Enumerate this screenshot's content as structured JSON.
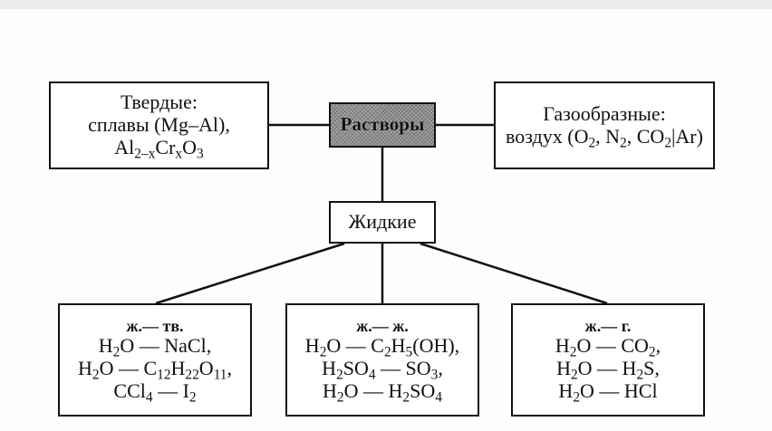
{
  "root": {
    "label": "Растворы"
  },
  "solid": {
    "title": "Твердые:",
    "lines": [
      {
        "parts": [
          {
            "t": "сплавы (Mg–Al),"
          }
        ]
      },
      {
        "parts": [
          {
            "t": "Al"
          },
          {
            "s": "2–x"
          },
          {
            "t": "Cr"
          },
          {
            "s": "x"
          },
          {
            "t": "O"
          },
          {
            "s": "3"
          }
        ]
      }
    ]
  },
  "gas": {
    "title": "Газообразные:",
    "lines": [
      {
        "parts": [
          {
            "t": "воздух (O"
          },
          {
            "s": "2"
          },
          {
            "t": ", N"
          },
          {
            "s": "2"
          },
          {
            "t": ", CO"
          },
          {
            "s": "2"
          },
          {
            "t": "|Ar)"
          }
        ]
      }
    ]
  },
  "liquid": {
    "label": "Жидкие"
  },
  "liquid_types": [
    {
      "title": "ж.— тв.",
      "lines": [
        {
          "parts": [
            {
              "t": "H"
            },
            {
              "s": "2"
            },
            {
              "t": "O — NaCl,"
            }
          ]
        },
        {
          "parts": [
            {
              "t": "H"
            },
            {
              "s": "2"
            },
            {
              "t": "O — C"
            },
            {
              "s": "12"
            },
            {
              "t": "H"
            },
            {
              "s": "22"
            },
            {
              "t": "O"
            },
            {
              "s": "11"
            },
            {
              "t": ","
            }
          ]
        },
        {
          "parts": [
            {
              "t": "CCl"
            },
            {
              "s": "4"
            },
            {
              "t": " — I"
            },
            {
              "s": "2"
            }
          ]
        }
      ]
    },
    {
      "title": "ж.— ж.",
      "lines": [
        {
          "parts": [
            {
              "t": "H"
            },
            {
              "s": "2"
            },
            {
              "t": "O — C"
            },
            {
              "s": "2"
            },
            {
              "t": "H"
            },
            {
              "s": "5"
            },
            {
              "t": "(OH),"
            }
          ]
        },
        {
          "parts": [
            {
              "t": "H"
            },
            {
              "s": "2"
            },
            {
              "t": "SO"
            },
            {
              "s": "4"
            },
            {
              "t": " — SO"
            },
            {
              "s": "3"
            },
            {
              "t": ","
            }
          ]
        },
        {
          "parts": [
            {
              "t": "H"
            },
            {
              "s": "2"
            },
            {
              "t": "O — H"
            },
            {
              "s": "2"
            },
            {
              "t": "SO"
            },
            {
              "s": "4"
            }
          ]
        }
      ]
    },
    {
      "title": "ж.— г.",
      "lines": [
        {
          "parts": [
            {
              "t": "H"
            },
            {
              "s": "2"
            },
            {
              "t": "O — CO"
            },
            {
              "s": "2"
            },
            {
              "t": ","
            }
          ]
        },
        {
          "parts": [
            {
              "t": "H"
            },
            {
              "s": "2"
            },
            {
              "t": "O — H"
            },
            {
              "s": "2"
            },
            {
              "t": "S,"
            }
          ]
        },
        {
          "parts": [
            {
              "t": "H"
            },
            {
              "s": "2"
            },
            {
              "t": "O — HCl"
            }
          ]
        }
      ]
    }
  ]
}
